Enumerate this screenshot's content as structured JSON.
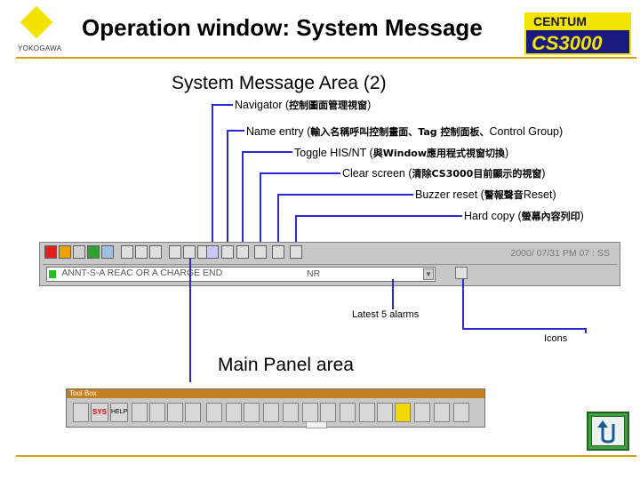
{
  "header": {
    "company": "YOKOGAWA",
    "title": "Operation window: System Message",
    "brand_top": "CENTUM",
    "brand_bottom": "CS3000"
  },
  "section_title": "System Message Area (2)",
  "annotations": [
    {
      "id": "navigator",
      "en": "Navigator (",
      "zh": "控制圖面管理視窗",
      "tail": ")"
    },
    {
      "id": "name-entry",
      "en": "Name entry (",
      "zh": "輸入名稱呼叫控制畫面、Tag 控制面板、",
      "tail": "Control Group)"
    },
    {
      "id": "toggle",
      "en": "Toggle HIS/NT (",
      "zh": "與Window應用程式視窗切換",
      "tail": ")"
    },
    {
      "id": "clear",
      "en": "Clear screen (",
      "zh": "清除CS3000目前顯示的視窗",
      "tail": ")"
    },
    {
      "id": "buzzer",
      "en": "Buzzer reset (",
      "zh": "警報聲音",
      "tail": "Reset)"
    },
    {
      "id": "hardcopy",
      "en": "Hard copy (",
      "zh": "螢幕內容列印",
      "tail": ")"
    }
  ],
  "message_bar": {
    "alarm_text": "ANNT-S-A   REAC OR A  CHARGE END",
    "status": "NR",
    "datetime": "2000/ 07/31 PM 07 : SS"
  },
  "labels": {
    "latest": "Latest 5 alarms",
    "icons": "Icons",
    "main_panel": "Main Panel area"
  },
  "toolbox": {
    "title": "Tool Box",
    "sys": "SYS",
    "help": "HELP"
  },
  "colors": {
    "rule": "#d4a000",
    "arrow": "#2a2ad0",
    "logo": "#f2e200",
    "toolbox_title": "#c08020"
  }
}
